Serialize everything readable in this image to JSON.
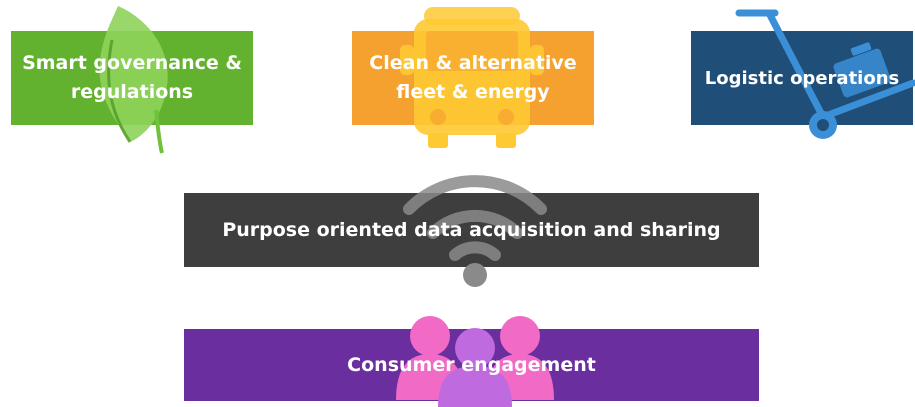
{
  "colors": {
    "green": "#62b22f",
    "orange": "#f5a130",
    "blue": "#1f4e79",
    "dark": "#3e3e3e",
    "purple": "#6b2e9e"
  },
  "boxes": {
    "governance": {
      "label_line1": "Smart governance &",
      "label_line2": "regulations",
      "icon": "leaf-icon"
    },
    "fleet": {
      "label_line1": "Clean & alternative",
      "label_line2": "fleet & energy",
      "icon": "bus-icon"
    },
    "logistic": {
      "label": "Logistic operations",
      "icon": "hand-truck-icon"
    },
    "data": {
      "label": "Purpose oriented data acquisition and sharing",
      "icon": "wifi-icon"
    },
    "consumer": {
      "label": "Consumer engagement",
      "icon": "people-icon"
    }
  }
}
